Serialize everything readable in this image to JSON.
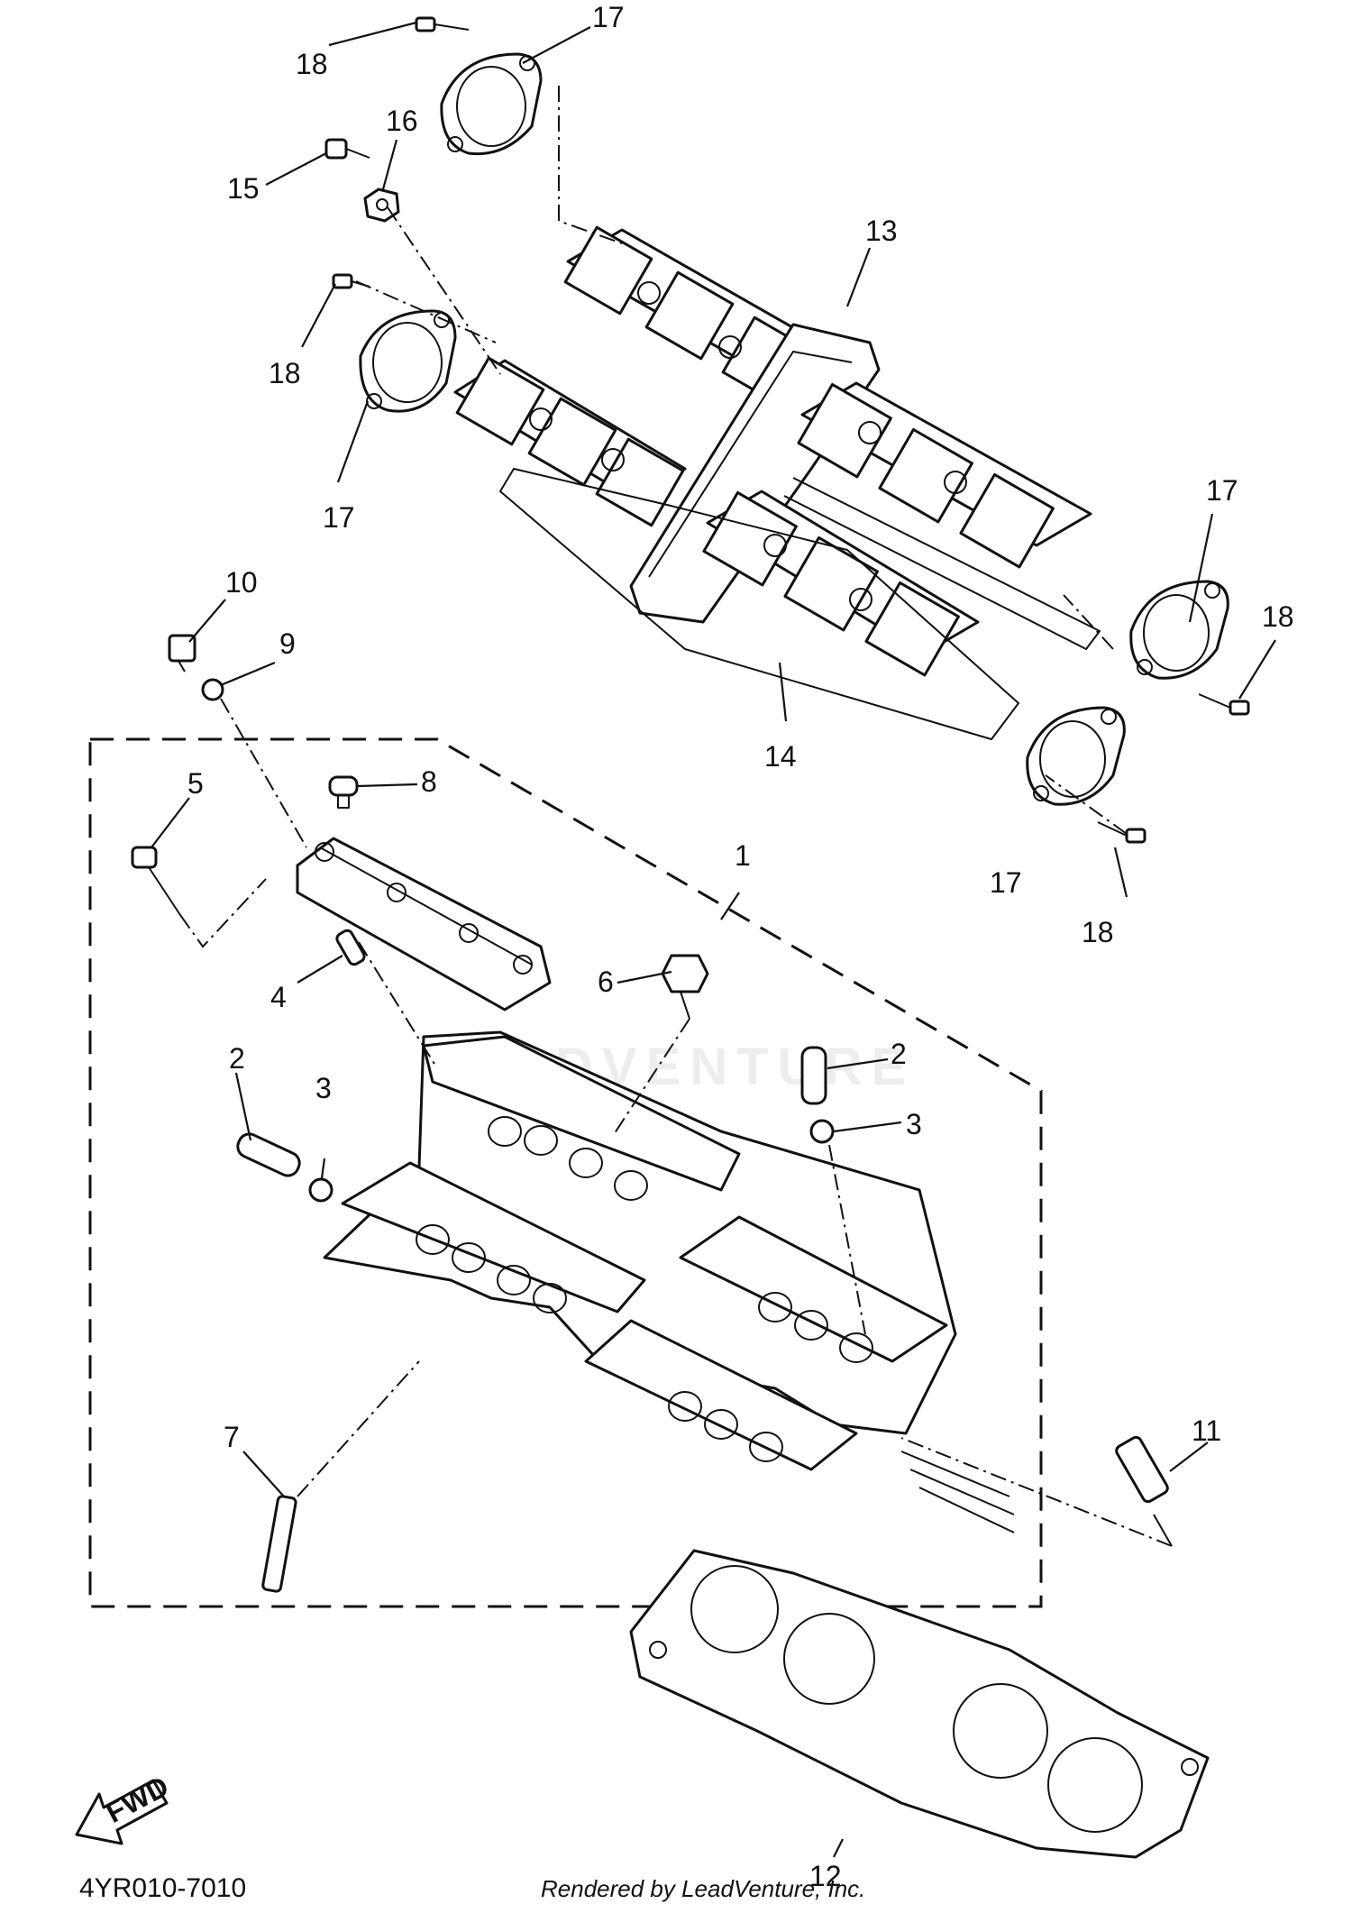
{
  "diagram": {
    "callouts": [
      {
        "id": "c18a",
        "label": "18"
      },
      {
        "id": "c17a",
        "label": "17"
      },
      {
        "id": "c16",
        "label": "16"
      },
      {
        "id": "c15",
        "label": "15"
      },
      {
        "id": "c13",
        "label": "13"
      },
      {
        "id": "c18b",
        "label": "18"
      },
      {
        "id": "c17b",
        "label": "17"
      },
      {
        "id": "c17c",
        "label": "17"
      },
      {
        "id": "c18c",
        "label": "18"
      },
      {
        "id": "c10",
        "label": "10"
      },
      {
        "id": "c9",
        "label": "9"
      },
      {
        "id": "c14",
        "label": "14"
      },
      {
        "id": "c8",
        "label": "8"
      },
      {
        "id": "c5",
        "label": "5"
      },
      {
        "id": "c1",
        "label": "1"
      },
      {
        "id": "c17d",
        "label": "17"
      },
      {
        "id": "c18d",
        "label": "18"
      },
      {
        "id": "c6",
        "label": "6"
      },
      {
        "id": "c4",
        "label": "4"
      },
      {
        "id": "c2a",
        "label": "2"
      },
      {
        "id": "c2b",
        "label": "2"
      },
      {
        "id": "c3a",
        "label": "3"
      },
      {
        "id": "c3b",
        "label": "3"
      },
      {
        "id": "c11",
        "label": "11"
      },
      {
        "id": "c7",
        "label": "7"
      },
      {
        "id": "c12",
        "label": "12"
      }
    ],
    "fwd_label": "FWD",
    "watermark": "LEADVENTURE"
  },
  "footer": {
    "reference": "4YR010-7010",
    "credit": "Rendered by LeadVenture, Inc."
  }
}
